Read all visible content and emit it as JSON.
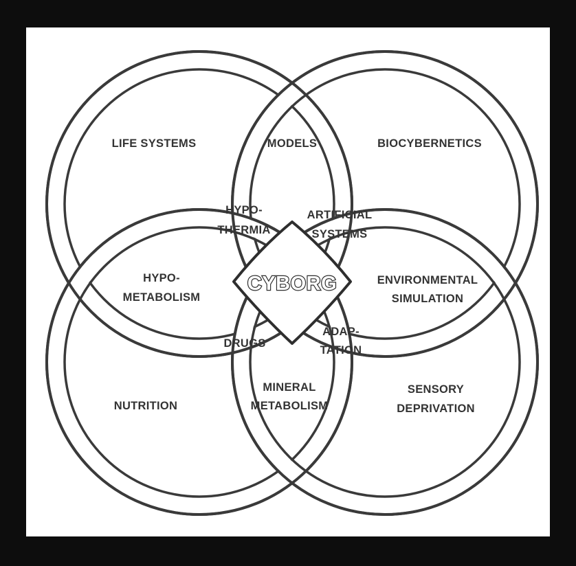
{
  "diagram": {
    "center_label": "CYBORG",
    "regions": {
      "life_systems": "LIFE SYSTEMS",
      "models": "MODELS",
      "biocybernetics": "BIOCYBERNETICS",
      "hypothermia_1": "HYPO-",
      "hypothermia_2": "THERMIA",
      "artificial_systems_1": "ARTIFICIAL",
      "artificial_systems_2": "SYSTEMS",
      "hypometabolism_1": "HYPO-",
      "hypometabolism_2": "METABOLISM",
      "environmental_simulation_1": "ENVIRONMENTAL",
      "environmental_simulation_2": "SIMULATION",
      "drugs": "DRUGS",
      "adaptation_1": "ADAP-",
      "adaptation_2": "TATION",
      "nutrition": "NUTRITION",
      "mineral_metabolism_1": "MINERAL",
      "mineral_metabolism_2": "METABOLISM",
      "sensory_deprivation_1": "SENSORY",
      "sensory_deprivation_2": "DEPRIVATION"
    },
    "colors": {
      "frame": "#0d0d0d",
      "paper": "#ffffff",
      "ink": "#333333"
    }
  }
}
